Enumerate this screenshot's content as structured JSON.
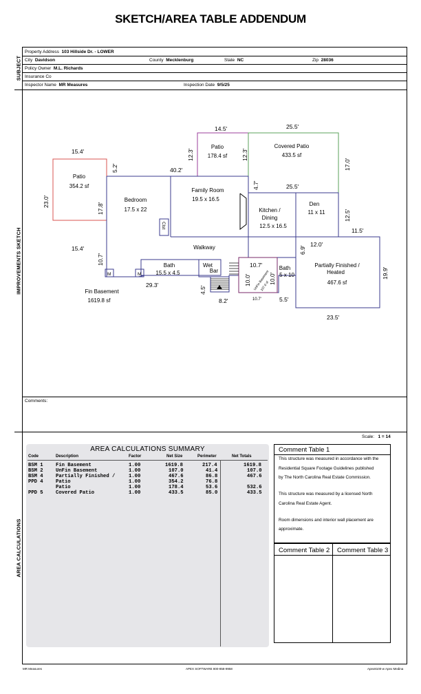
{
  "page": {
    "title": "SKETCH/AREA TABLE ADDENDUM"
  },
  "sections": {
    "subject": "SUBJECT",
    "sketch": "IMPROVEMENTS SKETCH",
    "area": "AREA CALCULATIONS"
  },
  "subject": {
    "property_address_label": "Property Address",
    "property_address": "103 Hillside Dr. - LOWER",
    "city_label": "City",
    "city": "Davidson",
    "county_label": "County",
    "county": "Mecklenburg",
    "state_label": "State",
    "state": "NC",
    "zip_label": "Zip",
    "zip": "28036",
    "policy_owner_label": "Policy Owner",
    "policy_owner": "M.L. Richards",
    "insurance_label": "Insurance Co",
    "inspector_label": "Inspector Name",
    "inspector": "MR Measures",
    "inspection_date_label": "Inspection Date",
    "inspection_date": "9/5/25"
  },
  "sketch": {
    "dims": {
      "d145": "14.5'",
      "d255top": "25.5'",
      "d154top": "15.4'",
      "d52": "5.2'",
      "d123a": "12.3'",
      "d123b": "12.3'",
      "d170": "17.0'",
      "d402": "40.2'",
      "d47": "4.7'",
      "d255mid": "25.5'",
      "d230": "23.0'",
      "d178": "17.8'",
      "d125": "12.5'",
      "d115": "11.5'",
      "d120": "12.0'",
      "d69": "6.9'",
      "d154bot": "15.4'",
      "d107a": "10.7'",
      "d107b": "10.7'",
      "d100a": "10.0'",
      "d100b": "10.0'",
      "d199": "19.9'",
      "d293": "29.3'",
      "d45": "4.5'",
      "d82": "8.2'",
      "d107c": "10.7'",
      "d55": "5.5'",
      "d235": "23.5'"
    },
    "rooms": {
      "patio_left": "Patio",
      "patio_left_sf": "354.2 sf",
      "bedroom": "Bedroom",
      "bedroom_dim": "17.5 x 22",
      "patio_top": "Patio",
      "patio_top_sf": "178.4 sf",
      "covered_patio": "Covered Patio",
      "covered_patio_sf": "433.5 sf",
      "family_room": "Family Room",
      "family_room_dim": "19.5 x 16.5",
      "closet": "Clst",
      "kitchen_1": "Kitchen /",
      "kitchen_2": "Dining",
      "kitchen_dim": "12.5 x 16.5",
      "den": "Den",
      "den_dim": "11 x 11",
      "walkway": "Walkway",
      "bath_left": "Bath",
      "bath_left_dim": "15.5 x 4.5",
      "wet": "Wet",
      "bar": "Bar",
      "m1": "M",
      "m2": "M",
      "bath_right": "Bath",
      "bath_right_dim": "5 x 10",
      "unfin": "UnFin Basement",
      "unfin_sf": "107.0 sf",
      "pf1": "Partially Finished /",
      "pf2": "Heated",
      "pf_sf": "467.6 sf",
      "fin_basement": "Fin Basement",
      "fin_basement_sf": "1619.8 sf"
    }
  },
  "comments": {
    "label": "Comments:"
  },
  "scale": {
    "label": "Scale:",
    "value": "1 = 14"
  },
  "area_summary": {
    "title": "AREA CALCULATIONS SUMMARY",
    "headers": {
      "code": "Code",
      "description": "Description",
      "factor": "Factor",
      "net_size": "Net Size",
      "perimeter": "Perimeter",
      "net_totals": "Net Totals"
    },
    "rows": [
      {
        "code": "BSM 1",
        "description": "Fin Basement",
        "factor": "1.00",
        "net_size": "1619.8",
        "perimeter": "217.4",
        "net_total": "1619.8"
      },
      {
        "code": "BSM 2",
        "description": "UnFin Basement",
        "factor": "1.00",
        "net_size": "107.0",
        "perimeter": "41.4",
        "net_total": "107.0"
      },
      {
        "code": "BSM 4",
        "description": "Partially Finished /",
        "factor": "1.00",
        "net_size": "467.6",
        "perimeter": "86.8",
        "net_total": "467.6"
      },
      {
        "code": "PPD 4",
        "description": "Patio",
        "factor": "1.00",
        "net_size": "354.2",
        "perimeter": "76.8",
        "net_total": ""
      },
      {
        "code": "",
        "description": "Patio",
        "factor": "1.00",
        "net_size": "178.4",
        "perimeter": "53.6",
        "net_total": "532.6"
      },
      {
        "code": "PPD 5",
        "description": "Covered Patio",
        "factor": "1.00",
        "net_size": "433.5",
        "perimeter": "85.0",
        "net_total": "433.5"
      }
    ]
  },
  "comment_tables": {
    "t1_title": "Comment Table 1",
    "t1_lines": [
      "This structure was measured in accordance with the",
      "Residential Square Footage Guidelines published",
      "by The North Carolina Real Estate Commission.",
      "This structure was measured by a licensed North",
      "Carolina Real Estate Agent.",
      "Room dimensions and interior wall placement are",
      "approximate."
    ],
    "t2_title": "Comment Table 2",
    "t3_title": "Comment Table 3"
  },
  "footer": {
    "left": "MR Measures",
    "center": "APEX SOFTWARE 800-858-9958",
    "right": "Apex8100-w Apex Medina"
  },
  "colors": {
    "patio_left": "#d9534f",
    "patio_top": "#9b3d9b",
    "covered_patio": "#5aa05a",
    "rooms": "#3a3a8c",
    "summary_bg": "#e6e6e9"
  }
}
